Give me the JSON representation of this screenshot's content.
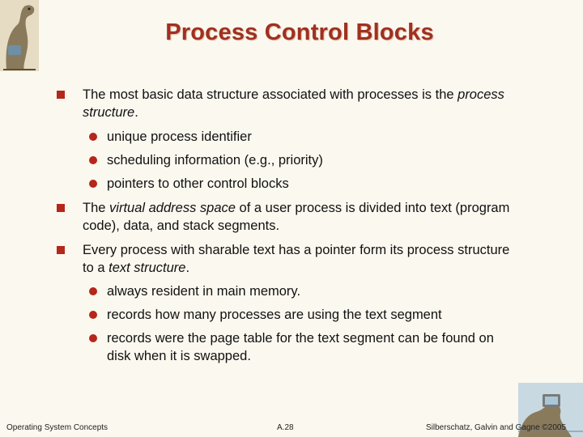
{
  "slide": {
    "title": "Process Control Blocks",
    "points": [
      {
        "text_parts": [
          "The most basic data structure associated with processes is the ",
          "process structure",
          "."
        ],
        "subpoints": [
          "unique process identifier",
          "scheduling information (e.g., priority)",
          "pointers to other control blocks"
        ]
      },
      {
        "text_parts": [
          "The ",
          "virtual address space",
          " of a user process is divided into text (program code), data, and stack segments."
        ],
        "subpoints": []
      },
      {
        "text_parts": [
          "Every process with sharable text has a pointer form its process structure to a ",
          "text structure",
          "."
        ],
        "subpoints": [
          "always resident in main memory.",
          "records how many processes are using the text segment",
          "records were the page table for the text segment can be found on disk when it is swapped."
        ]
      }
    ]
  },
  "footer": {
    "left": "Operating System Concepts",
    "center": "A.28",
    "right": "Silberschatz, Galvin and Gagne ©2005"
  },
  "colors": {
    "background": "#fbf8ef",
    "title": "#a0301f",
    "bullet": "#b5261b"
  }
}
